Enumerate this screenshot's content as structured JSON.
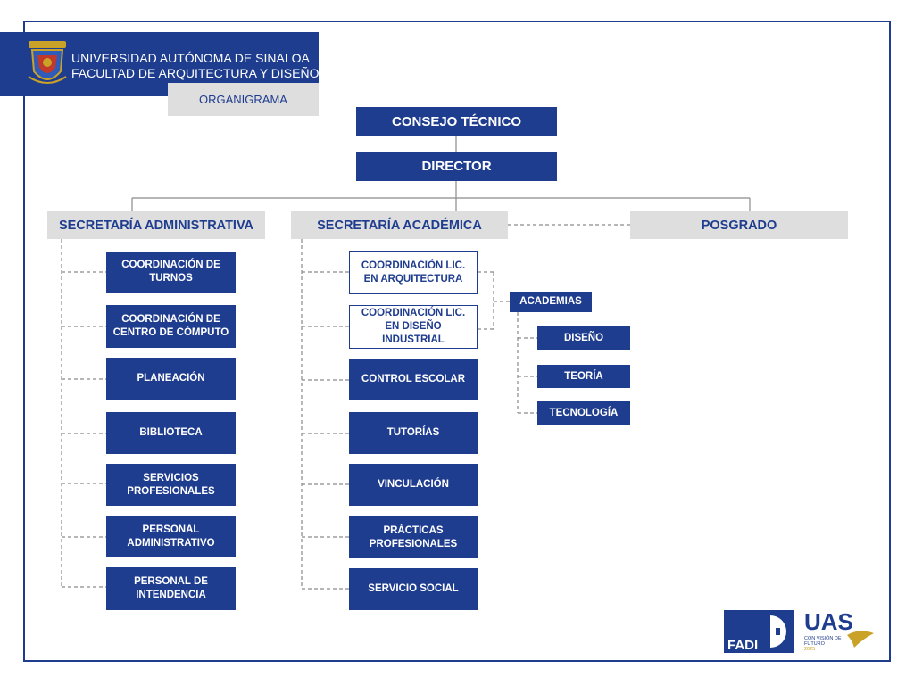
{
  "header": {
    "university": "UNIVERSIDAD AUTÓNOMA DE SINALOA",
    "faculty": "FACULTAD DE ARQUITECTURA Y DISEÑO",
    "tab_label": "ORGANIGRAMA"
  },
  "top": {
    "council": "CONSEJO TÉCNICO",
    "director": "DIRECTOR"
  },
  "branches": {
    "admin": "SECRETARÍA ADMINISTRATIVA",
    "academic": "SECRETARÍA ACADÉMICA",
    "postgrad": "POSGRADO"
  },
  "admin_units": [
    "COORDINACIÓN DE TURNOS",
    "COORDINACIÓN DE CENTRO DE CÓMPUTO",
    "PLANEACIÓN",
    "BIBLIOTECA",
    "SERVICIOS PROFESIONALES",
    "PERSONAL ADMINISTRATIVO",
    "PERSONAL DE INTENDENCIA"
  ],
  "academic_coordinations": [
    "COORDINACIÓN LIC. EN ARQUITECTURA",
    "COORDINACIÓN LIC. EN DISEÑO INDUSTRIAL"
  ],
  "academic_units": [
    "CONTROL ESCOLAR",
    "TUTORÍAS",
    "VINCULACIÓN",
    "PRÁCTICAS PROFESIONALES",
    "SERVICIO SOCIAL"
  ],
  "academies": {
    "title": "ACADEMIAS",
    "items": [
      "DISEÑO",
      "TEORÍA",
      "TECNOLOGÍA"
    ]
  },
  "logos": {
    "fadi": "FADI",
    "uas": "UAS",
    "uas_tagline": "CON VISIÓN DE FUTURO 2025"
  },
  "colors": {
    "primary": "#1f3d8f",
    "grey": "#dedede",
    "connector": "#8a8a8a"
  }
}
